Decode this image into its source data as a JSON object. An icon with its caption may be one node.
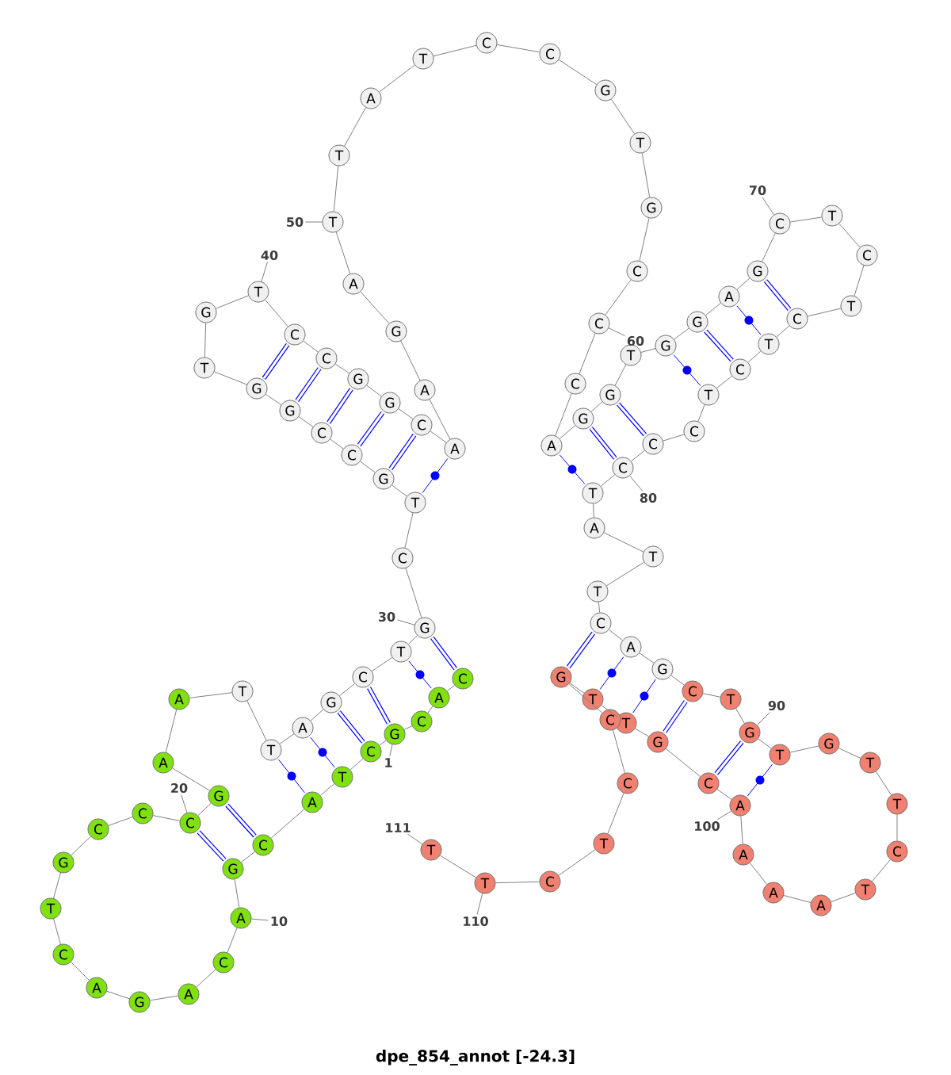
{
  "diagram": {
    "title": "dpe_854_annot [-24.3]",
    "nodes": [
      {
        "text": [
          "C"
        ]
      },
      {
        "text": [
          "A"
        ]
      },
      {
        "text": [
          "C"
        ]
      },
      {
        "text": [
          "G"
        ]
      },
      {
        "text": [
          "C"
        ]
      },
      {
        "text": [
          "T"
        ]
      },
      {
        "text": [
          "A"
        ]
      },
      {
        "text": [
          "C"
        ]
      },
      {
        "text": [
          "G"
        ]
      },
      {
        "text": [
          "A"
        ]
      },
      {
        "text": [
          "C"
        ]
      },
      {
        "text": [
          "A"
        ]
      },
      {
        "text": [
          "G"
        ]
      },
      {
        "text": [
          "A"
        ]
      },
      {
        "text": [
          "C"
        ]
      },
      {
        "text": [
          "T"
        ]
      },
      {
        "text": [
          "G"
        ]
      },
      {
        "text": [
          "C"
        ]
      },
      {
        "text": [
          "C"
        ]
      },
      {
        "text": [
          "C"
        ]
      },
      {
        "text": [
          "G"
        ]
      },
      {
        "text": [
          "A"
        ]
      },
      {
        "text": [
          "A"
        ]
      },
      {
        "text": [
          "T"
        ]
      },
      {
        "text": [
          "T"
        ]
      },
      {
        "text": [
          "A"
        ]
      },
      {
        "text": [
          "G"
        ]
      },
      {
        "text": [
          "C"
        ]
      },
      {
        "text": [
          "T"
        ]
      },
      {
        "text": [
          "G"
        ]
      },
      {
        "text": [
          "C"
        ]
      },
      {
        "text": [
          "T"
        ]
      },
      {
        "text": [
          "G"
        ]
      },
      {
        "text": [
          "C"
        ]
      },
      {
        "text": [
          "C"
        ]
      },
      {
        "text": [
          "G"
        ]
      },
      {
        "text": [
          "G"
        ]
      },
      {
        "text": [
          "T"
        ]
      },
      {
        "text": [
          "G"
        ]
      },
      {
        "text": [
          "T"
        ]
      },
      {
        "text": [
          "C"
        ]
      },
      {
        "text": [
          "C"
        ]
      },
      {
        "text": [
          "G"
        ]
      },
      {
        "text": [
          "G"
        ]
      },
      {
        "text": [
          "C"
        ]
      },
      {
        "text": [
          "A"
        ]
      },
      {
        "text": [
          "A"
        ]
      },
      {
        "text": [
          "G"
        ]
      },
      {
        "text": [
          "A"
        ]
      },
      {
        "text": [
          "T"
        ]
      },
      {
        "text": [
          "T"
        ]
      },
      {
        "text": [
          "A"
        ]
      },
      {
        "text": [
          "T"
        ]
      },
      {
        "text": [
          "C"
        ]
      },
      {
        "text": [
          "C"
        ]
      },
      {
        "text": [
          "G"
        ]
      },
      {
        "text": [
          "T"
        ]
      },
      {
        "text": [
          "G"
        ]
      },
      {
        "text": [
          "C"
        ]
      },
      {
        "text": [
          "C"
        ]
      },
      {
        "text": [
          "C"
        ]
      },
      {
        "text": [
          "A"
        ]
      },
      {
        "text": [
          "G"
        ]
      },
      {
        "text": [
          "G"
        ]
      },
      {
        "text": [
          "T"
        ]
      },
      {
        "text": [
          "G"
        ]
      },
      {
        "text": [
          "G"
        ]
      },
      {
        "text": [
          "A"
        ]
      },
      {
        "text": [
          "G"
        ]
      },
      {
        "text": [
          "C"
        ]
      },
      {
        "text": [
          "T"
        ]
      },
      {
        "text": [
          "C"
        ]
      },
      {
        "text": [
          "T"
        ]
      },
      {
        "text": [
          "C"
        ]
      },
      {
        "text": [
          "T"
        ]
      },
      {
        "text": [
          "C"
        ]
      },
      {
        "text": [
          "T"
        ]
      },
      {
        "text": [
          "C"
        ]
      },
      {
        "text": [
          "C"
        ]
      },
      {
        "text": [
          "C"
        ]
      },
      {
        "text": [
          "T"
        ]
      },
      {
        "text": [
          "A"
        ]
      },
      {
        "text": [
          "T"
        ]
      },
      {
        "text": [
          "T"
        ]
      },
      {
        "text": [
          "C"
        ]
      },
      {
        "text": [
          "A"
        ]
      },
      {
        "text": [
          "G"
        ]
      },
      {
        "text": [
          "C"
        ]
      },
      {
        "text": [
          "T"
        ]
      },
      {
        "text": [
          "G"
        ]
      },
      {
        "text": [
          "T"
        ]
      },
      {
        "text": [
          "G"
        ]
      },
      {
        "text": [
          "T"
        ]
      },
      {
        "text": [
          "T"
        ]
      },
      {
        "text": [
          "C"
        ]
      },
      {
        "text": [
          "T"
        ]
      },
      {
        "text": [
          "A"
        ]
      },
      {
        "text": [
          "A"
        ]
      },
      {
        "text": [
          "A"
        ]
      },
      {
        "text": [
          "A"
        ]
      },
      {
        "text": [
          "C"
        ]
      },
      {
        "text": [
          "G"
        ]
      },
      {
        "text": [
          "T"
        ]
      },
      {
        "text": [
          "T"
        ]
      },
      {
        "text": [
          "G"
        ]
      },
      {
        "text": [
          "C"
        ]
      },
      {
        "text": [
          "C"
        ]
      },
      {
        "text": [
          "T"
        ]
      },
      {
        "text": [
          "C"
        ]
      },
      {
        "text": [
          "T"
        ]
      },
      {
        "text": [
          "T"
        ]
      },
      {
        "text": [
          "1"
        ]
      },
      {
        "text": [
          "10"
        ]
      },
      {
        "text": [
          "20"
        ]
      },
      {
        "text": [
          "30"
        ]
      },
      {
        "text": [
          "40"
        ]
      },
      {
        "text": [
          "50"
        ]
      },
      {
        "text": [
          "60"
        ]
      },
      {
        "text": [
          "70"
        ]
      },
      {
        "text": [
          "80"
        ]
      },
      {
        "text": [
          "90"
        ]
      },
      {
        "text": [
          "100"
        ]
      },
      {
        "text": [
          "110"
        ]
      },
      {
        "text": [
          "111"
        ]
      }
    ],
    "edges": [
      {
        "from": 0,
        "to": 1,
        "arrow": "none"
      },
      {
        "from": 1,
        "to": 2,
        "arrow": "none"
      },
      {
        "from": 2,
        "to": 3,
        "arrow": "none"
      },
      {
        "from": 3,
        "to": 4,
        "arrow": "none"
      },
      {
        "from": 4,
        "to": 5,
        "arrow": "none"
      },
      {
        "from": 5,
        "to": 6,
        "arrow": "none"
      },
      {
        "from": 6,
        "to": 7,
        "arrow": "none"
      },
      {
        "from": 7,
        "to": 8,
        "arrow": "none"
      },
      {
        "from": 8,
        "to": 9,
        "arrow": "none"
      },
      {
        "from": 9,
        "to": 10,
        "arrow": "none"
      },
      {
        "from": 10,
        "to": 11,
        "arrow": "none"
      },
      {
        "from": 11,
        "to": 12,
        "arrow": "none"
      },
      {
        "from": 12,
        "to": 13,
        "arrow": "none"
      },
      {
        "from": 13,
        "to": 14,
        "arrow": "none"
      },
      {
        "from": 14,
        "to": 15,
        "arrow": "none"
      },
      {
        "from": 15,
        "to": 16,
        "arrow": "none"
      },
      {
        "from": 16,
        "to": 17,
        "arrow": "none"
      },
      {
        "from": 17,
        "to": 18,
        "arrow": "none"
      },
      {
        "from": 18,
        "to": 19,
        "arrow": "none"
      },
      {
        "from": 19,
        "to": 20,
        "arrow": "none"
      },
      {
        "from": 20,
        "to": 21,
        "arrow": "none"
      },
      {
        "from": 21,
        "to": 22,
        "arrow": "none"
      },
      {
        "from": 22,
        "to": 23,
        "arrow": "none"
      },
      {
        "from": 23,
        "to": 24,
        "arrow": "none"
      },
      {
        "from": 24,
        "to": 25,
        "arrow": "none"
      },
      {
        "from": 25,
        "to": 26,
        "arrow": "none"
      },
      {
        "from": 26,
        "to": 27,
        "arrow": "none"
      },
      {
        "from": 27,
        "to": 28,
        "arrow": "none"
      },
      {
        "from": 28,
        "to": 29,
        "arrow": "none"
      },
      {
        "from": 29,
        "to": 30,
        "arrow": "none"
      },
      {
        "from": 30,
        "to": 31,
        "arrow": "none"
      },
      {
        "from": 31,
        "to": 32,
        "arrow": "none"
      },
      {
        "from": 32,
        "to": 33,
        "arrow": "none"
      },
      {
        "from": 33,
        "to": 34,
        "arrow": "none"
      },
      {
        "from": 34,
        "to": 35,
        "arrow": "none"
      },
      {
        "from": 35,
        "to": 36,
        "arrow": "none"
      },
      {
        "from": 36,
        "to": 37,
        "arrow": "none"
      },
      {
        "from": 37,
        "to": 38,
        "arrow": "none"
      },
      {
        "from": 38,
        "to": 39,
        "arrow": "none"
      },
      {
        "from": 39,
        "to": 40,
        "arrow": "none"
      },
      {
        "from": 40,
        "to": 41,
        "arrow": "none"
      },
      {
        "from": 41,
        "to": 42,
        "arrow": "none"
      },
      {
        "from": 42,
        "to": 43,
        "arrow": "none"
      },
      {
        "from": 43,
        "to": 44,
        "arrow": "none"
      },
      {
        "from": 44,
        "to": 45,
        "arrow": "none"
      },
      {
        "from": 45,
        "to": 46,
        "arrow": "none"
      },
      {
        "from": 46,
        "to": 47,
        "arrow": "none"
      },
      {
        "from": 47,
        "to": 48,
        "arrow": "none"
      },
      {
        "from": 48,
        "to": 49,
        "arrow": "none"
      },
      {
        "from": 49,
        "to": 50,
        "arrow": "none"
      },
      {
        "from": 50,
        "to": 51,
        "arrow": "none"
      },
      {
        "from": 51,
        "to": 52,
        "arrow": "none"
      },
      {
        "from": 52,
        "to": 53,
        "arrow": "none"
      },
      {
        "from": 53,
        "to": 54,
        "arrow": "none"
      },
      {
        "from": 54,
        "to": 55,
        "arrow": "none"
      },
      {
        "from": 55,
        "to": 56,
        "arrow": "none"
      },
      {
        "from": 56,
        "to": 57,
        "arrow": "none"
      },
      {
        "from": 57,
        "to": 58,
        "arrow": "none"
      },
      {
        "from": 58,
        "to": 59,
        "arrow": "none"
      },
      {
        "from": 59,
        "to": 60,
        "arrow": "none"
      },
      {
        "from": 60,
        "to": 61,
        "arrow": "none"
      },
      {
        "from": 61,
        "to": 62,
        "arrow": "none"
      },
      {
        "from": 62,
        "to": 63,
        "arrow": "none"
      },
      {
        "from": 63,
        "to": 64,
        "arrow": "none"
      },
      {
        "from": 64,
        "to": 65,
        "arrow": "none"
      },
      {
        "from": 65,
        "to": 66,
        "arrow": "none"
      },
      {
        "from": 66,
        "to": 67,
        "arrow": "none"
      },
      {
        "from": 67,
        "to": 68,
        "arrow": "none"
      },
      {
        "from": 68,
        "to": 69,
        "arrow": "none"
      },
      {
        "from": 69,
        "to": 70,
        "arrow": "none"
      },
      {
        "from": 70,
        "to": 71,
        "arrow": "none"
      },
      {
        "from": 71,
        "to": 72,
        "arrow": "none"
      },
      {
        "from": 72,
        "to": 73,
        "arrow": "none"
      },
      {
        "from": 73,
        "to": 74,
        "arrow": "none"
      },
      {
        "from": 74,
        "to": 75,
        "arrow": "none"
      },
      {
        "from": 75,
        "to": 76,
        "arrow": "none"
      },
      {
        "from": 76,
        "to": 77,
        "arrow": "none"
      },
      {
        "from": 77,
        "to": 78,
        "arrow": "none"
      },
      {
        "from": 78,
        "to": 79,
        "arrow": "none"
      },
      {
        "from": 79,
        "to": 80,
        "arrow": "none"
      },
      {
        "from": 80,
        "to": 81,
        "arrow": "none"
      },
      {
        "from": 81,
        "to": 82,
        "arrow": "none"
      },
      {
        "from": 82,
        "to": 83,
        "arrow": "none"
      },
      {
        "from": 83,
        "to": 84,
        "arrow": "none"
      },
      {
        "from": 84,
        "to": 85,
        "arrow": "none"
      },
      {
        "from": 85,
        "to": 86,
        "arrow": "none"
      },
      {
        "from": 86,
        "to": 87,
        "arrow": "none"
      },
      {
        "from": 87,
        "to": 88,
        "arrow": "none"
      },
      {
        "from": 88,
        "to": 89,
        "arrow": "none"
      },
      {
        "from": 89,
        "to": 90,
        "arrow": "none"
      },
      {
        "from": 90,
        "to": 91,
        "arrow": "none"
      },
      {
        "from": 91,
        "to": 92,
        "arrow": "none"
      },
      {
        "from": 92,
        "to": 93,
        "arrow": "none"
      },
      {
        "from": 93,
        "to": 94,
        "arrow": "none"
      },
      {
        "from": 94,
        "to": 95,
        "arrow": "none"
      },
      {
        "from": 95,
        "to": 96,
        "arrow": "none"
      },
      {
        "from": 96,
        "to": 97,
        "arrow": "none"
      },
      {
        "from": 97,
        "to": 98,
        "arrow": "none"
      },
      {
        "from": 98,
        "to": 99,
        "arrow": "none"
      },
      {
        "from": 99,
        "to": 100,
        "arrow": "none"
      },
      {
        "from": 100,
        "to": 101,
        "arrow": "none"
      },
      {
        "from": 101,
        "to": 102,
        "arrow": "none"
      },
      {
        "from": 102,
        "to": 103,
        "arrow": "none"
      },
      {
        "from": 103,
        "to": 104,
        "arrow": "none"
      },
      {
        "from": 104,
        "to": 105,
        "arrow": "none"
      },
      {
        "from": 105,
        "to": 106,
        "arrow": "none"
      },
      {
        "from": 106,
        "to": 107,
        "arrow": "none"
      },
      {
        "from": 107,
        "to": 108,
        "arrow": "none"
      },
      {
        "from": 108,
        "to": 109,
        "arrow": "none"
      },
      {
        "from": 109,
        "to": 110,
        "arrow": "none"
      },
      {
        "from": 29,
        "to": 0,
        "arrow": "none",
        "style": "thick",
        "color": "#0000ff"
      },
      {
        "from": 28,
        "to": 1,
        "arrow": "none",
        "color": "#0000ff"
      },
      {
        "from": 27,
        "to": 3,
        "arrow": "none",
        "style": "thick",
        "color": "#0000ff"
      },
      {
        "from": 26,
        "to": 4,
        "arrow": "none",
        "style": "thick",
        "color": "#0000ff"
      },
      {
        "from": 25,
        "to": 5,
        "arrow": "none",
        "color": "#0000ff"
      },
      {
        "from": 24,
        "to": 6,
        "arrow": "none",
        "color": "#0000ff"
      },
      {
        "from": 20,
        "to": 7,
        "arrow": "none",
        "style": "thick",
        "color": "#0000ff"
      },
      {
        "from": 19,
        "to": 8,
        "arrow": "none",
        "style": "thick",
        "color": "#0000ff"
      },
      {
        "from": 31,
        "to": 45,
        "arrow": "none",
        "color": "#0000ff"
      },
      {
        "from": 32,
        "to": 44,
        "arrow": "none",
        "style": "thick",
        "color": "#0000ff"
      },
      {
        "from": 33,
        "to": 43,
        "arrow": "none",
        "style": "thick",
        "color": "#0000ff"
      },
      {
        "from": 34,
        "to": 42,
        "arrow": "none",
        "style": "thick",
        "color": "#0000ff"
      },
      {
        "from": 35,
        "to": 41,
        "arrow": "none",
        "style": "thick",
        "color": "#0000ff"
      },
      {
        "from": 36,
        "to": 40,
        "arrow": "none",
        "style": "thick",
        "color": "#0000ff"
      },
      {
        "from": 61,
        "to": 80,
        "arrow": "none",
        "color": "#0000ff"
      },
      {
        "from": 62,
        "to": 79,
        "arrow": "none",
        "style": "thick",
        "color": "#0000ff"
      },
      {
        "from": 63,
        "to": 78,
        "arrow": "none",
        "style": "thick",
        "color": "#0000ff"
      },
      {
        "from": 65,
        "to": 76,
        "arrow": "none",
        "color": "#0000ff"
      },
      {
        "from": 66,
        "to": 75,
        "arrow": "none",
        "style": "thick",
        "color": "#0000ff"
      },
      {
        "from": 67,
        "to": 74,
        "arrow": "none",
        "color": "#0000ff"
      },
      {
        "from": 68,
        "to": 73,
        "arrow": "none",
        "style": "thick",
        "color": "#0000ff"
      },
      {
        "from": 84,
        "to": 104,
        "arrow": "none",
        "style": "thick",
        "color": "#0000ff"
      },
      {
        "from": 85,
        "to": 103,
        "arrow": "none",
        "color": "#0000ff"
      },
      {
        "from": 86,
        "to": 102,
        "arrow": "none",
        "color": "#0000ff"
      },
      {
        "from": 87,
        "to": 101,
        "arrow": "none",
        "style": "thick",
        "color": "#0000ff"
      },
      {
        "from": 89,
        "to": 100,
        "arrow": "none",
        "style": "thick",
        "color": "#0000ff"
      },
      {
        "from": 90,
        "to": 99,
        "arrow": "none",
        "color": "#0000ff"
      },
      {
        "from": 111,
        "to": 3,
        "arrow": "none"
      },
      {
        "from": 112,
        "to": 9,
        "arrow": "none"
      },
      {
        "from": 113,
        "to": 19,
        "arrow": "none"
      },
      {
        "from": 114,
        "to": 29,
        "arrow": "none"
      },
      {
        "from": 115,
        "to": 39,
        "arrow": "none"
      },
      {
        "from": 116,
        "to": 49,
        "arrow": "none"
      },
      {
        "from": 117,
        "to": 59,
        "arrow": "none"
      },
      {
        "from": 118,
        "to": 69,
        "arrow": "none"
      },
      {
        "from": 119,
        "to": 79,
        "arrow": "none"
      },
      {
        "from": 120,
        "to": 89,
        "arrow": "none"
      },
      {
        "from": 121,
        "to": 99,
        "arrow": "none"
      },
      {
        "from": 122,
        "to": 109,
        "arrow": "none"
      },
      {
        "from": 123,
        "to": 110,
        "arrow": "none"
      }
    ]
  }
}
